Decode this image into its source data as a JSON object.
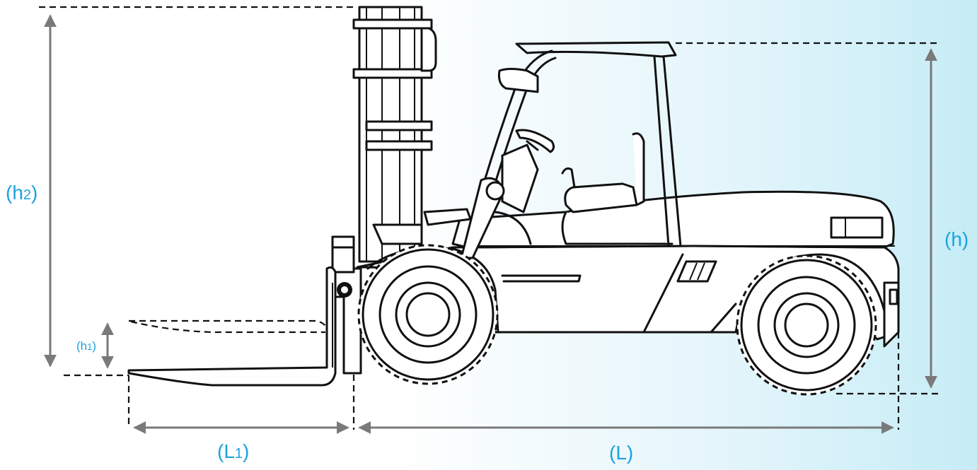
{
  "labels": {
    "h2": {
      "main": "(h",
      "sub": "2",
      "close": ")"
    },
    "h1": {
      "main": "(h",
      "sub": "1",
      "close": ")"
    },
    "h": "(h)",
    "L1": {
      "main": "(L",
      "sub": "1",
      "close": ")"
    },
    "L": "(L)"
  },
  "colors": {
    "label": "#1aa3dc",
    "dimension_line": "#7a7a7a",
    "outline": "#111111",
    "background_right": "#c6ecf6"
  },
  "icons": [
    "forklift-illustration"
  ]
}
